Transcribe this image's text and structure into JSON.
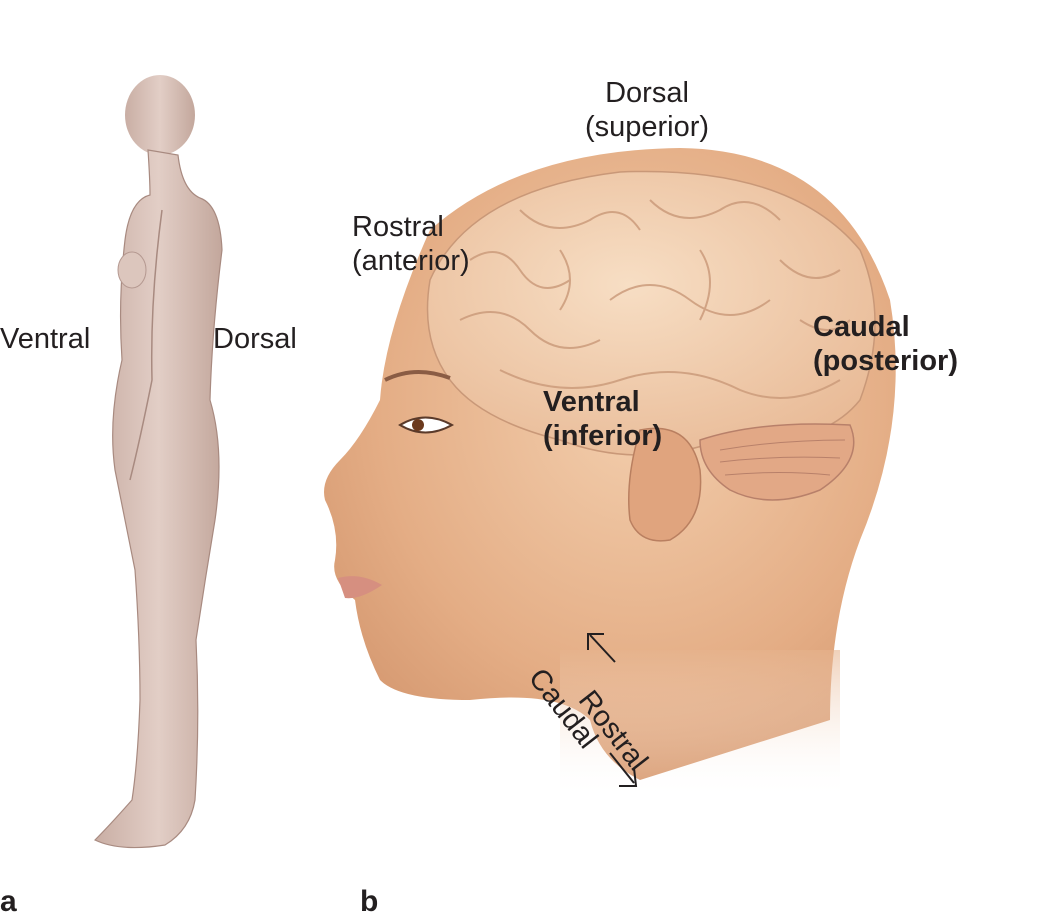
{
  "panels": [
    {
      "letter": "a",
      "subject": "full-body side view (standing figure)"
    },
    {
      "letter": "b",
      "subject": "head side view with exposed brain"
    }
  ],
  "labels": {
    "body_ventral": "Ventral",
    "body_dorsal": "Dorsal",
    "head_dorsal": "Dorsal",
    "head_dorsal_sub": "(superior)",
    "head_rostral": "Rostral",
    "head_rostral_sub": "(anterior)",
    "head_caudal": "Caudal",
    "head_caudal_sub": "(posterior)",
    "head_ventral": "Ventral",
    "head_ventral_sub": "(inferior)",
    "neck_rostral": "Rostral",
    "neck_caudal": "Caudal"
  },
  "colors": {
    "skin_body": "#d9c2b8",
    "skin_head": "#e7b48e",
    "brain": "#f0cfae",
    "brain_fold": "#c99878",
    "text": "#231f20"
  }
}
